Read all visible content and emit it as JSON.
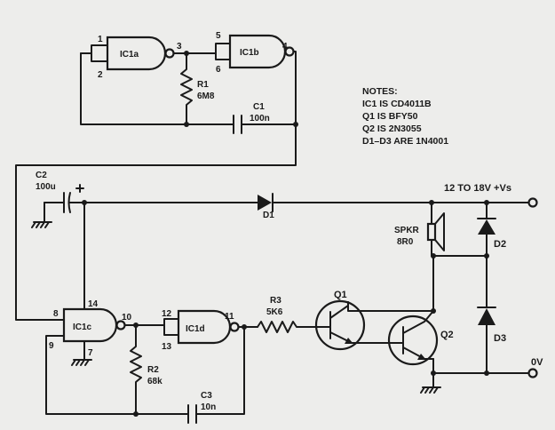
{
  "gates": {
    "ic1a": "IC1a",
    "ic1b": "IC1b",
    "ic1c": "IC1c",
    "ic1d": "IC1d"
  },
  "pins": {
    "p1": "1",
    "p2": "2",
    "p3": "3",
    "p4": "4",
    "p5": "5",
    "p6": "6",
    "p7": "7",
    "p8": "8",
    "p9": "9",
    "p10": "10",
    "p11": "11",
    "p12": "12",
    "p13": "13",
    "p14": "14"
  },
  "components": {
    "r1": {
      "ref": "R1",
      "value": "6M8"
    },
    "c1": {
      "ref": "C1",
      "value": "100n"
    },
    "c2": {
      "ref": "C2",
      "value": "100u"
    },
    "r2": {
      "ref": "R2",
      "value": "68k"
    },
    "c3": {
      "ref": "C3",
      "value": "10n"
    },
    "r3": {
      "ref": "R3",
      "value": "5K6"
    },
    "q1": "Q1",
    "q2": "Q2",
    "d1": "D1",
    "d2": "D2",
    "d3": "D3",
    "spkr": {
      "ref": "SPKR",
      "value": "8R0"
    }
  },
  "rails": {
    "supply": "12 TO 18V +Vs",
    "ground": "0V"
  },
  "notes": {
    "heading": "NOTES:",
    "lines": [
      "IC1 IS CD4011B",
      "Q1 IS BFY50",
      "Q2 IS 2N3055",
      "D1–D3 ARE 1N4001"
    ]
  },
  "colors": {
    "ink": "#1a1a1a",
    "paper": "#ededeb"
  }
}
